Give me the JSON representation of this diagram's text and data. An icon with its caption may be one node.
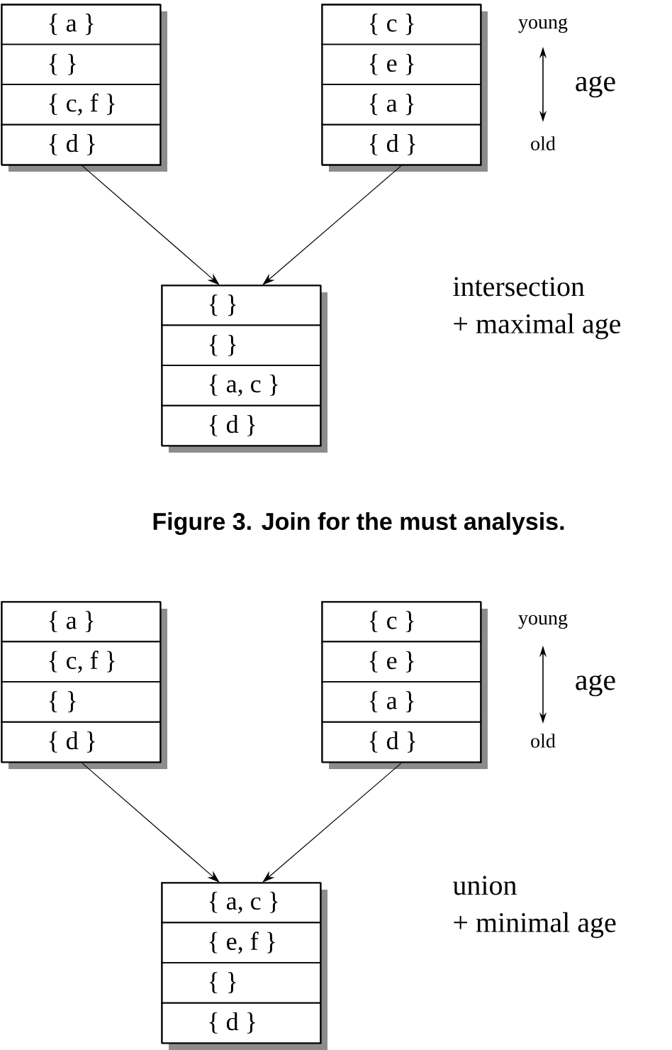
{
  "diagram": {
    "caption": "Figure 3. Join for the must analysis.",
    "nodes": [
      {
        "text": [],
        "shape": "box"
      },
      {
        "text": [
          "{ a }"
        ],
        "in": 0
      },
      {
        "text": [
          "{ }"
        ],
        "in": 0
      },
      {
        "text": [
          "{ c, f }"
        ],
        "in": 0
      },
      {
        "text": [
          "{ d }"
        ],
        "in": 0
      },
      {
        "text": [],
        "shape": "box"
      },
      {
        "text": [
          "{ c }"
        ],
        "in": 5
      },
      {
        "text": [
          "{ e }"
        ],
        "in": 5
      },
      {
        "text": [
          "{ a }"
        ],
        "in": 5
      },
      {
        "text": [
          "{ d }"
        ],
        "in": 5
      },
      {
        "text": [],
        "shape": "box"
      },
      {
        "text": [
          "{ }"
        ],
        "in": 10
      },
      {
        "text": [
          "{ }"
        ],
        "in": 10
      },
      {
        "text": [
          "{ a, c }"
        ],
        "in": 10
      },
      {
        "text": [
          "{ d }"
        ],
        "in": 10
      },
      {
        "text": [],
        "shape": "box"
      },
      {
        "text": [
          "{ a }"
        ],
        "in": 15
      },
      {
        "text": [
          "{ c, f }"
        ],
        "in": 15
      },
      {
        "text": [
          "{ }"
        ],
        "in": 15
      },
      {
        "text": [
          "{ d }"
        ],
        "in": 15
      },
      {
        "text": [],
        "shape": "box"
      },
      {
        "text": [
          "{ c }"
        ],
        "in": 20
      },
      {
        "text": [
          "{ e }"
        ],
        "in": 20
      },
      {
        "text": [
          "{ a }"
        ],
        "in": 20
      },
      {
        "text": [
          "{ d }"
        ],
        "in": 20
      },
      {
        "text": [],
        "shape": "box"
      },
      {
        "text": [
          "{ a, c }"
        ],
        "in": 25
      },
      {
        "text": [
          "{ e, f }"
        ],
        "in": 25
      },
      {
        "text": [
          "{ }"
        ],
        "in": 25
      },
      {
        "text": [
          "{ d }"
        ],
        "in": 25
      }
    ],
    "edges": [
      {
        "from": 0,
        "to": 10,
        "arrow": "to"
      },
      {
        "from": 5,
        "to": 10,
        "arrow": "to"
      },
      {
        "from": 15,
        "to": 25,
        "arrow": "to"
      },
      {
        "from": 20,
        "to": 25,
        "arrow": "to"
      }
    ],
    "labels": [
      "young",
      "age",
      "old",
      "intersection",
      "+ maximal age",
      "young",
      "age",
      "old",
      "union",
      "+ minimal age"
    ]
  }
}
